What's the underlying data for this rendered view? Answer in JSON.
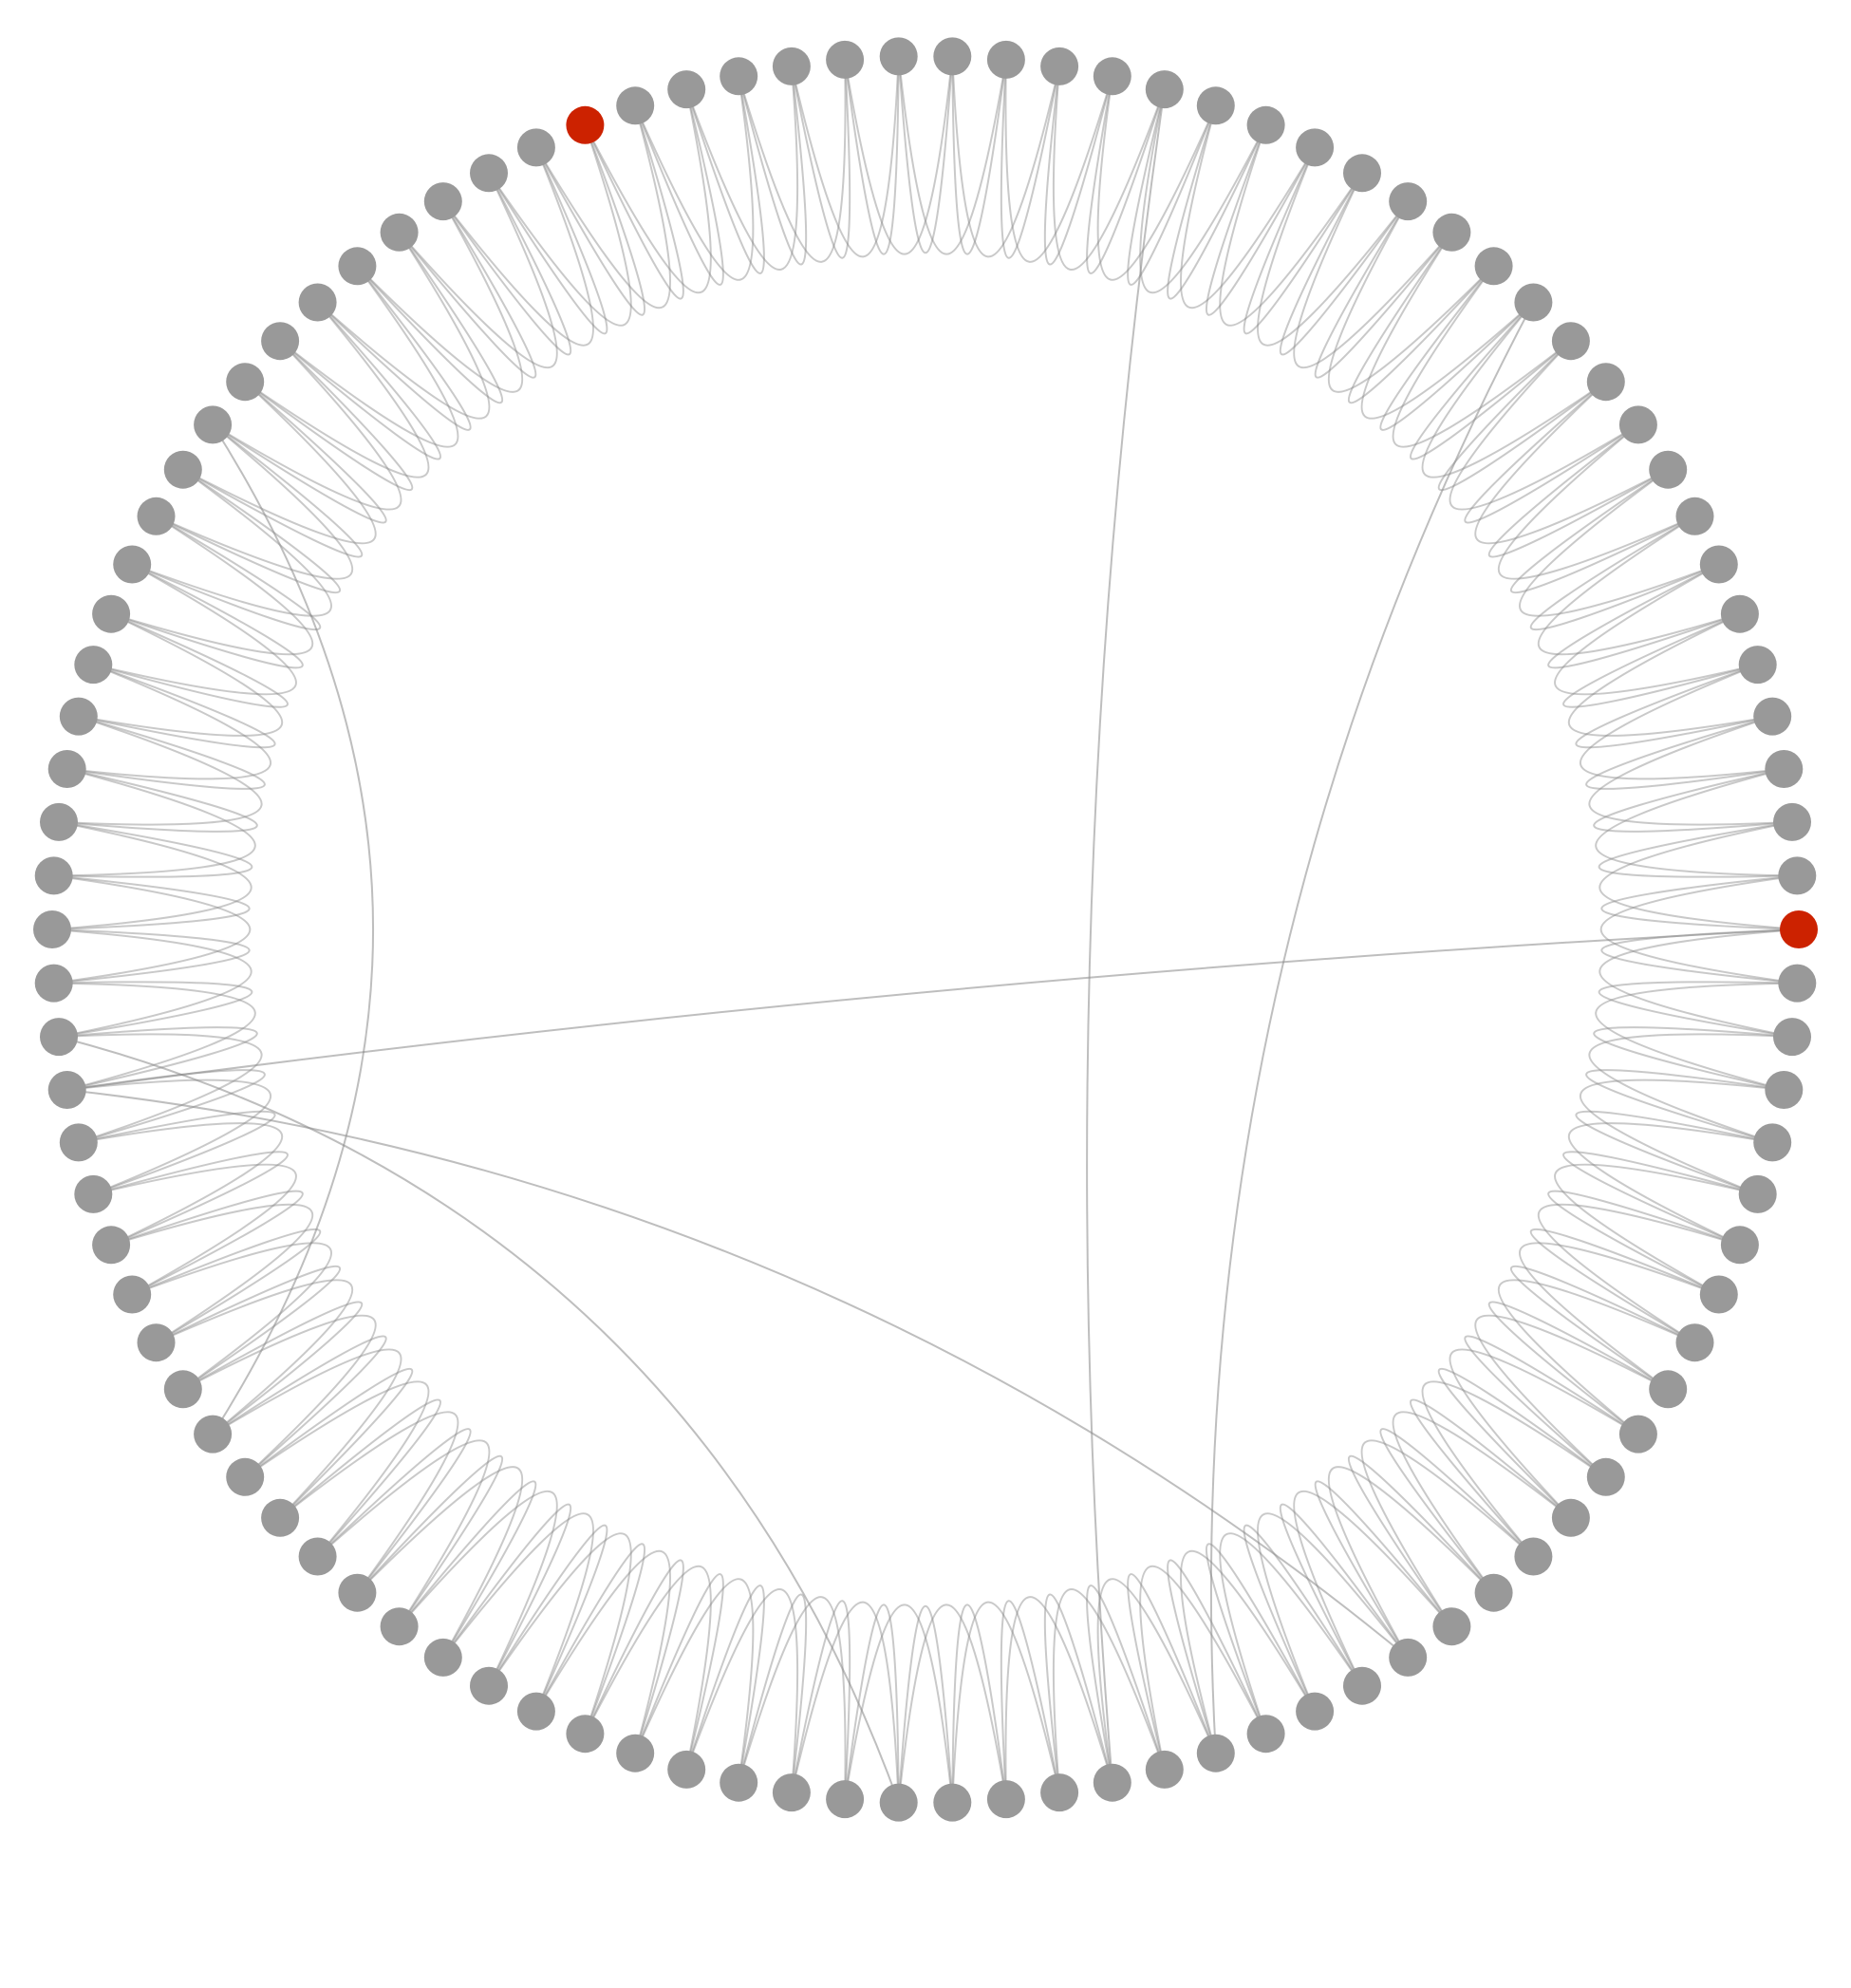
{
  "graph": {
    "layout": "circular",
    "node_count": 102,
    "node_color": "#999999",
    "highlight_color": "#cc2200",
    "edge_color": "#888888",
    "background": "#ffffff",
    "highlighted_nodes": [
      0,
      70
    ],
    "ring_neighbor_offsets": [
      1,
      2
    ],
    "long_range_edges": [
      [
        0,
        48
      ],
      [
        20,
        89
      ],
      [
        22,
        81
      ],
      [
        48,
        16
      ],
      [
        61,
        41
      ],
      [
        26,
        49
      ]
    ]
  }
}
